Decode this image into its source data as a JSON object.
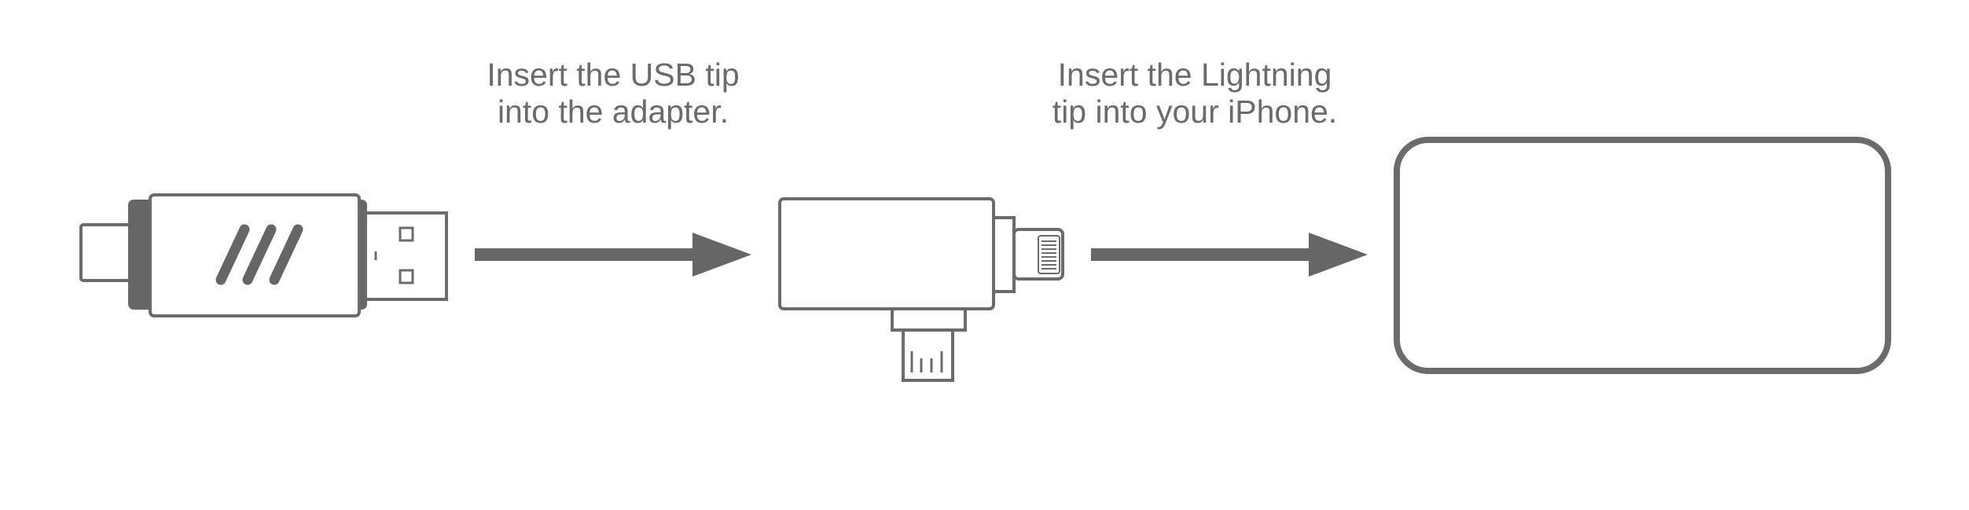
{
  "instructions": [
    {
      "line1": "Insert the USB tip",
      "line2": "into the adapter."
    },
    {
      "line1": "Insert the Lightning",
      "line2": "tip into your iPhone."
    }
  ],
  "colors": {
    "stroke": "#6b6b6b",
    "fill_dark": "#666666",
    "text": "#6b6b6b",
    "background": "#ffffff"
  },
  "icons": [
    "usb-flash-drive-icon",
    "arrow-right-icon",
    "lightning-adapter-icon",
    "arrow-right-icon",
    "iphone-icon"
  ]
}
